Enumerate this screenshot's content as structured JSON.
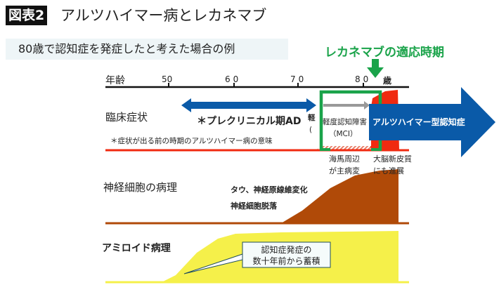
{
  "header": {
    "badge": "図表2",
    "title": "アルツハイマー病とレカネマブ"
  },
  "subtitle": "80歳で認知症を発症したと考えた場合の例",
  "lecanemab_label": "レカネマブの適応時期",
  "axis": {
    "label": "年齢",
    "ticks": [
      "50",
      "60",
      "70",
      "80"
    ],
    "unit": "歳"
  },
  "clinical": {
    "label": "臨床症状",
    "preclinical": "＊プレクリニカル期AD",
    "hidden_fragment": "軽",
    "hidden_paren": "(",
    "mci_line1": "軽度認知障害",
    "mci_line2": "（MCI）",
    "dementia": "アルツハイマー型認知症",
    "footnote": "＊症状が出る前の時期のアルツハイマー病の意味"
  },
  "neuron": {
    "label": "神経細胞の病理",
    "note1": "海馬周辺",
    "note2": "が主病変",
    "note3": "大脳新皮質",
    "note4": "にも進展",
    "text1": "タウ、神経原線維変化",
    "text2": "神経細胞脱落"
  },
  "amyloid": {
    "label": "アミロイド病理",
    "callout1": "認知症発症の",
    "callout2": "数十年前から蓄積"
  },
  "colors": {
    "blue": "#0a5aa8",
    "green": "#1aa34a",
    "red": "#f02a10",
    "brown": "#b04a08",
    "yellow": "#f5f04a"
  }
}
